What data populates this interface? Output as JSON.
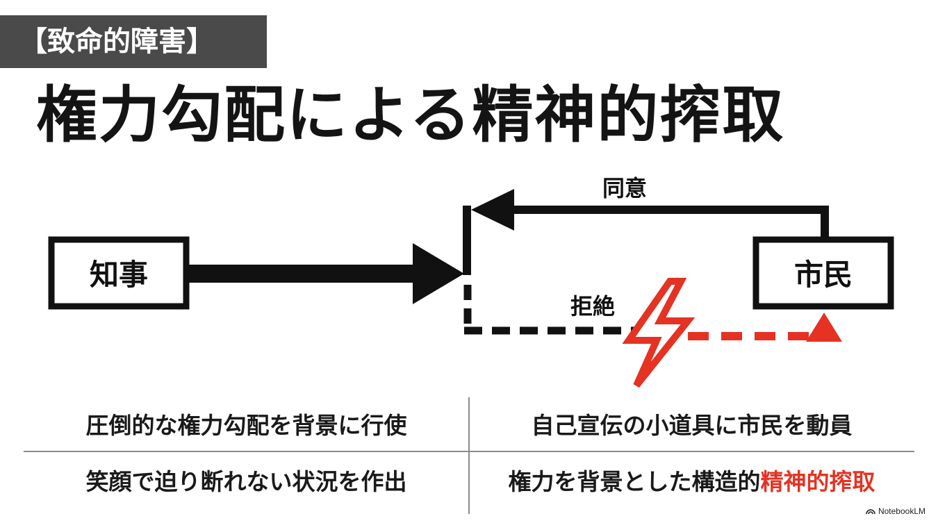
{
  "header": {
    "tag": "【致命的障害】",
    "title": "権力勾配による精神的搾取"
  },
  "diagram": {
    "left_box": "知事",
    "right_box": "市民",
    "consent_label": "同意",
    "reject_label": "拒絶",
    "colors": {
      "ink": "#111111",
      "accent": "#e53222"
    },
    "icons": [
      "lightning-icon",
      "arrow-head-left",
      "arrow-head-right",
      "arrow-head-up"
    ]
  },
  "table": {
    "row1": {
      "left": "圧倒的な権力勾配を背景に行使",
      "right": "自己宣伝の小道具に市民を動員"
    },
    "row2": {
      "left": "笑顔で迫り断れない状況を作出",
      "right_prefix": "権力を背景とした構造的",
      "right_highlight": "精神的搾取"
    }
  },
  "footer": {
    "brand": "NotebookLM"
  }
}
